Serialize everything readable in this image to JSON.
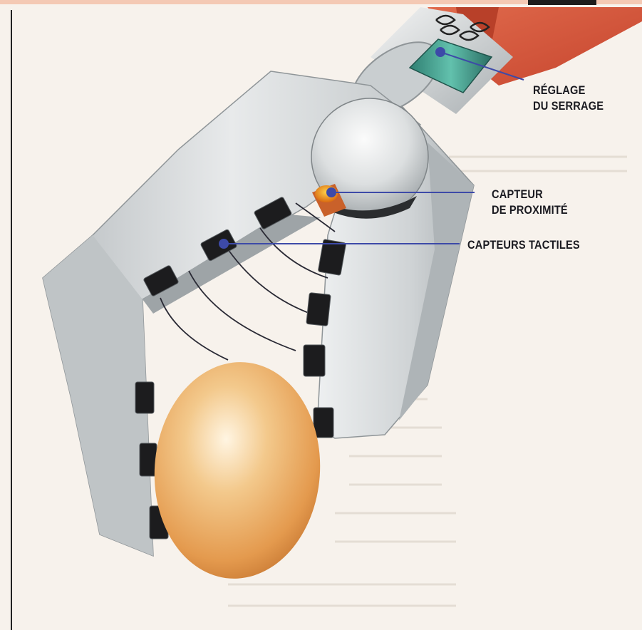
{
  "labels": {
    "grip_adjust": [
      "RÉGLAGE",
      "DU SERRAGE"
    ],
    "proximity_sensor": [
      "CAPTEUR",
      "DE PROXIMITÉ"
    ],
    "tactile_sensors": "CAPTEURS TACTILES"
  },
  "colors": {
    "leader_line": "#3d4aa8",
    "page_background": "#f7f2ec",
    "gripper_metal": "#cfd3d5",
    "egg": "#e8a85a",
    "arm_red": "#d5573d",
    "sensor_pad": "#1c1c1e",
    "proximity_sensor": "#e07a1e",
    "adjust_mechanism": "#3e9c8c"
  },
  "icons": [
    "robot-gripper",
    "egg",
    "tactile-sensor-pad",
    "proximity-sensor",
    "grip-adjust-spring"
  ]
}
